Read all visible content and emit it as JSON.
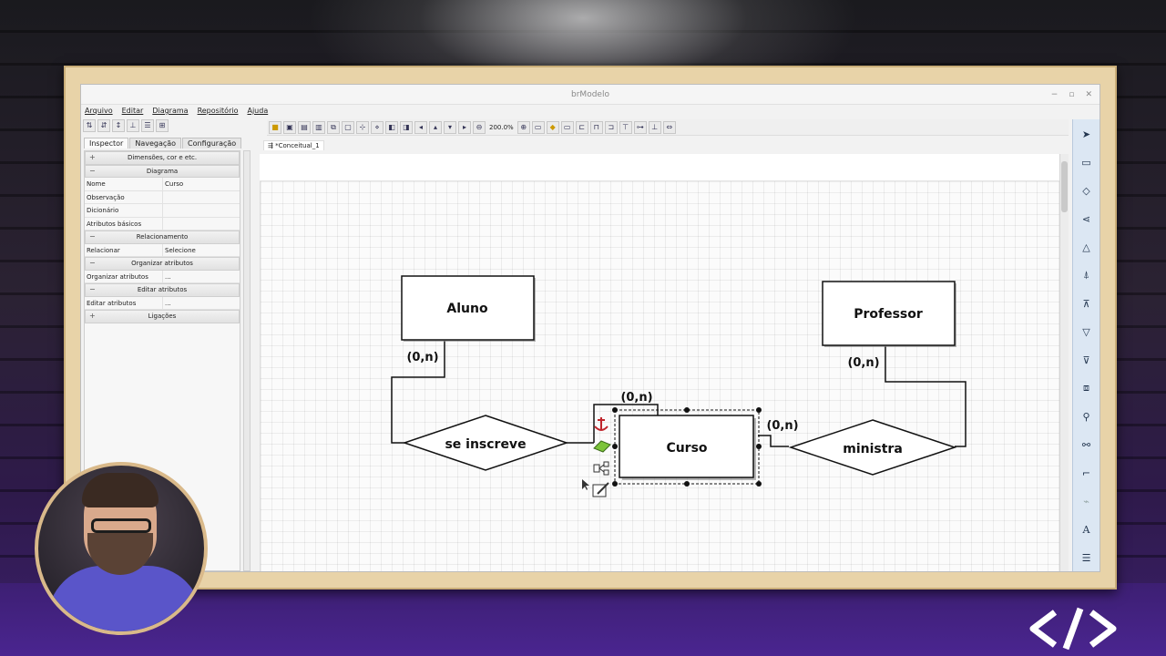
{
  "window": {
    "title": "brModelo",
    "controls": [
      "−",
      "▫",
      "✕"
    ]
  },
  "menu": [
    "Arquivo",
    "Editar",
    "Diagrama",
    "Repositório",
    "Ajuda"
  ],
  "toolbar": {
    "zoom": "200.0%"
  },
  "tabs": [
    "Inspector",
    "Navegação",
    "Configuração"
  ],
  "document_tab": "*Conceitual_1",
  "inspector": {
    "rows": [
      {
        "type": "section",
        "sign": "+",
        "label": "Dimensões, cor e etc."
      },
      {
        "type": "section",
        "sign": "−",
        "label": "Diagrama"
      },
      {
        "type": "prop",
        "key": "Nome",
        "value": "Curso"
      },
      {
        "type": "prop",
        "key": "Observação",
        "value": ""
      },
      {
        "type": "prop",
        "key": "Dicionário",
        "value": ""
      },
      {
        "type": "prop",
        "key": "Atributos básicos",
        "value": ""
      },
      {
        "type": "section",
        "sign": "−",
        "label": "Relacionamento"
      },
      {
        "type": "prop",
        "key": "Relacionar",
        "value": "Selecione"
      },
      {
        "type": "section",
        "sign": "−",
        "label": "Organizar atributos"
      },
      {
        "type": "prop",
        "key": "Organizar atributos",
        "value": "..."
      },
      {
        "type": "section",
        "sign": "−",
        "label": "Editar atributos"
      },
      {
        "type": "prop",
        "key": "Editar atributos",
        "value": "..."
      },
      {
        "type": "section",
        "sign": "+",
        "label": "Ligações"
      }
    ]
  },
  "diagram": {
    "entities": {
      "aluno": "Aluno",
      "professor": "Professor",
      "curso": "Curso"
    },
    "relationships": {
      "se_inscreve": "se inscreve",
      "ministra": "ministra"
    },
    "cardinalities": {
      "aluno": "(0,n)",
      "curso_top": "(0,n)",
      "curso_right": "(0,n)",
      "professor": "(0,n)"
    }
  },
  "palette_icons": [
    "pointer-icon",
    "entity-icon",
    "relationship-icon",
    "self-relationship-icon",
    "specialization-icon",
    "specialization-exclusive-icon",
    "specialization-partial-icon",
    "union-icon",
    "union-partial-icon",
    "associative-entity-icon",
    "attribute-icon",
    "composite-attribute-icon",
    "link-icon",
    "text-icon",
    "list-icon"
  ],
  "colors": {
    "palette_bg": "#dce7f3",
    "frame": "#e8d3a8",
    "selection": "#000000"
  }
}
